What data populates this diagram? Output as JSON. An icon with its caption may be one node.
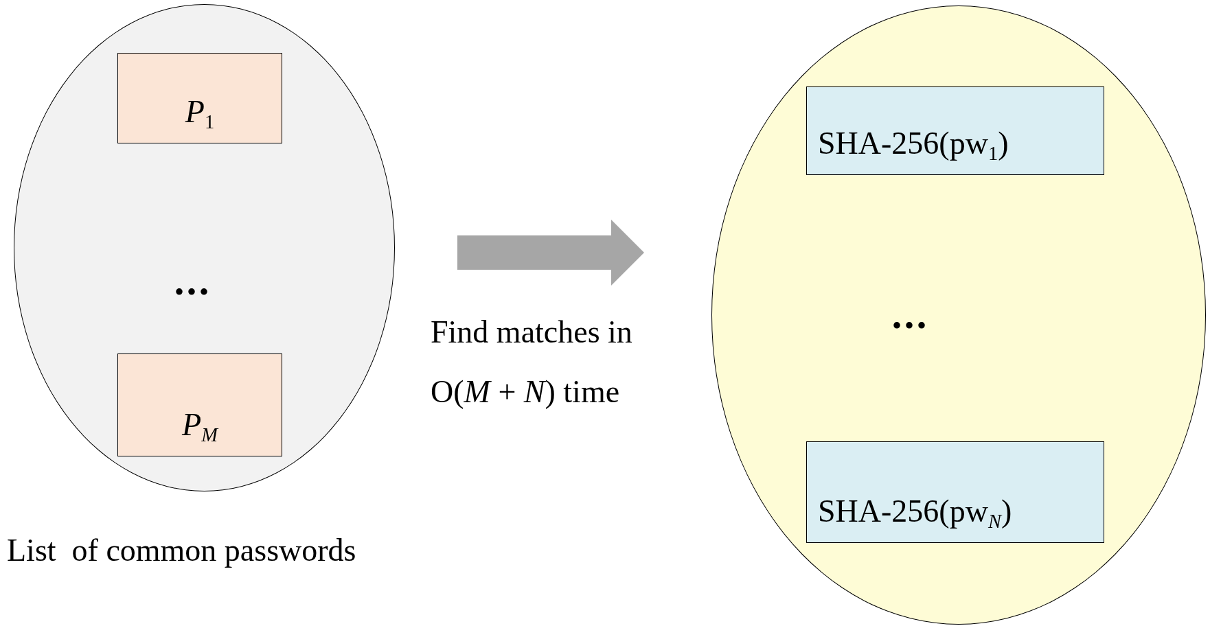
{
  "diagram": {
    "nodes": [
      {
        "text": [
          "List  of common passwords"
        ]
      },
      {
        "text": [
          "*P*$_{1}$"
        ],
        "in": 0
      },
      {
        "text": [
          "*P$_{M}$*"
        ],
        "in": 0
      },
      {
        "text": [],
        "shape": "circle"
      },
      {
        "text": [
          "SHA-256(pw$_{1}$)"
        ],
        "in": 3
      },
      {
        "text": [
          "SHA-256(pw$_{N}$)"
        ],
        "in": 3
      }
    ],
    "edges": [
      {
        "from": 0,
        "to": 3,
        "arrow": "to",
        "label": "Find matches in O(*M* + *N*) time"
      }
    ],
    "labels": [
      "•••",
      "•••"
    ]
  }
}
